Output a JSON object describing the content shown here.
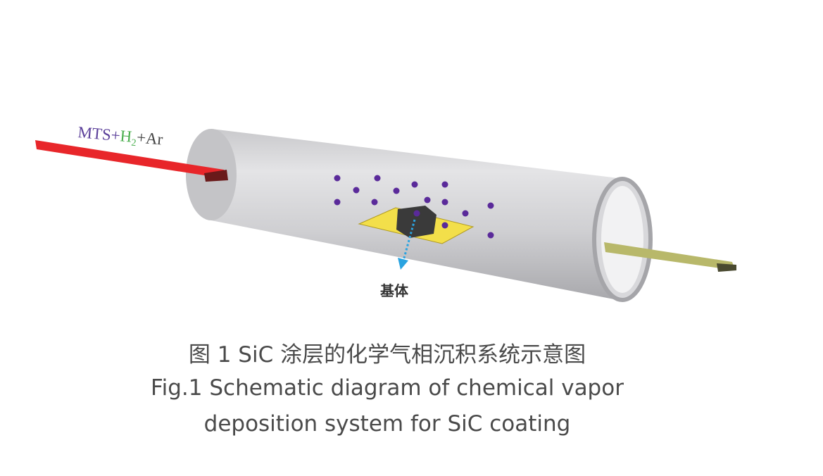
{
  "diagram": {
    "inlet_label": {
      "part1": "MTS+",
      "part2": "H",
      "sub": "2",
      "part3": "+Ar"
    },
    "substrate_label": "基体",
    "colors": {
      "inlet_arrow": "#e8262a",
      "outlet_arrow": "#b8b86a",
      "particles": "#5a2a9a",
      "substrate": "#f3df4a",
      "sample": "#3a3a3a",
      "pointer": "#2aa3e0",
      "mts_text": "#5b3f9a",
      "h2_text": "#4caf50"
    }
  },
  "caption": {
    "zh": "图 1  SiC 涂层的化学气相沉积系统示意图",
    "en_line1": "Fig.1  Schematic diagram of chemical vapor",
    "en_line2": "deposition system for SiC coating"
  }
}
